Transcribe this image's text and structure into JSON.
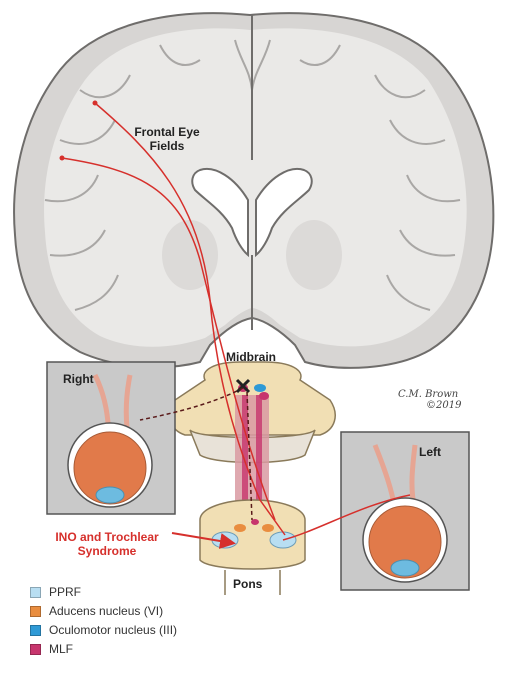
{
  "labels": {
    "frontal_eye_fields": "Frontal Eye Fields",
    "midbrain": "Midbrain",
    "pons": "Pons",
    "right": "Right",
    "left": "Left",
    "ino": "INO and Trochlear Syndrome"
  },
  "signature": {
    "name": "C.M. Brown",
    "year": "©2019"
  },
  "legend": [
    {
      "label": "PPRF",
      "color": "#b8def2"
    },
    {
      "label": "Aducens nucleus (VI)",
      "color": "#e98d3f"
    },
    {
      "label": "Oculomotor nucleus (III)",
      "color": "#2f9ad6"
    },
    {
      "label": "MLF",
      "color": "#c7356d"
    }
  ],
  "colors": {
    "brain_fill": "#d7d5d3",
    "brain_inner": "#eae9e7",
    "pathway_red": "#d6302c",
    "orbit_box": "#c9c9c9",
    "eye_orange": "#e17a4a",
    "brainstem": "#f1dfb4"
  }
}
